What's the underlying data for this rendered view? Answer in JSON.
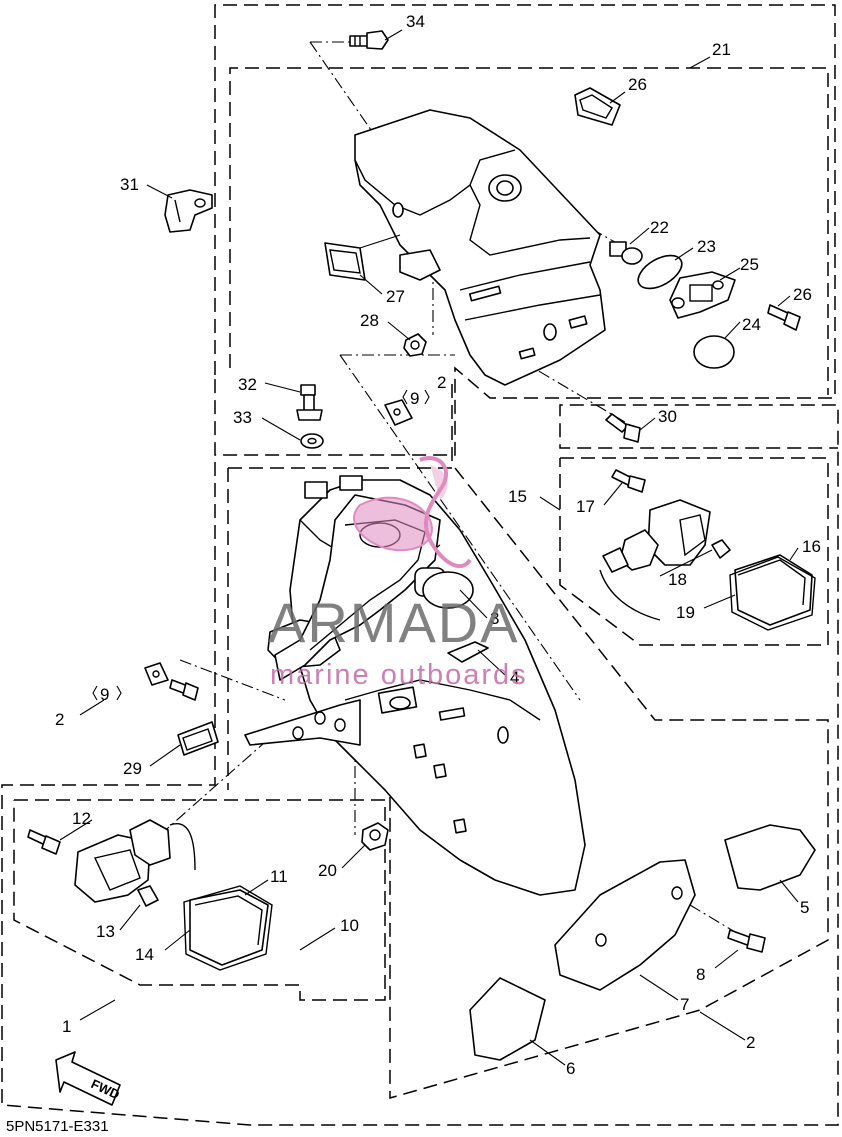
{
  "diagram": {
    "drawing_code": "5PN5171-E331",
    "direction_label": "FWD",
    "callouts": [
      "1",
      "2",
      "2",
      "2",
      "3",
      "4",
      "5",
      "6",
      "7",
      "8",
      "9",
      "9",
      "10",
      "11",
      "12",
      "13",
      "14",
      "15",
      "16",
      "17",
      "18",
      "19",
      "20",
      "21",
      "22",
      "23",
      "24",
      "25",
      "26",
      "26",
      "27",
      "28",
      "29",
      "30",
      "31",
      "32",
      "33",
      "34"
    ]
  },
  "watermark": {
    "brand": "ARMADA",
    "tagline": "marine outboards",
    "colors": {
      "brand": "#6b6b6b",
      "tagline": "#c46ba4",
      "logo": "#e08bbf"
    }
  }
}
